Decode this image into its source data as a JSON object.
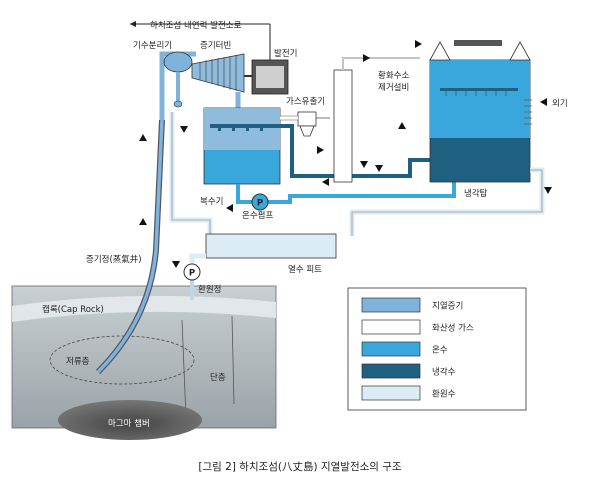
{
  "labels": {
    "transmission": "하치조섬 내연력 발전소로",
    "separator": "기수분리기",
    "turbine": "증기터빈",
    "generator": "발전기",
    "h2s_removal_line1": "황화수소",
    "h2s_removal_line2": "제거설비",
    "gas_extractor": "가스유출기",
    "outside_air": "외기",
    "cooling_tower": "냉각탑",
    "condenser": "복수기",
    "hot_water_pump": "온수펌프",
    "production_well": "증기정(蒸氣井)",
    "hot_water_pit": "열수 피트",
    "reinjection_well": "환원정",
    "cap_rock": "캡록(Cap Rock)",
    "reservoir": "저류층",
    "fault": "단층",
    "magma": "마그마 챔버",
    "pump_symbol": "P"
  },
  "legend": {
    "items": [
      {
        "label": "지열증기",
        "color": "#7fb3d9"
      },
      {
        "label": "화산성 가스",
        "color": "#ffffff"
      },
      {
        "label": "온수",
        "color": "#3aa7dc"
      },
      {
        "label": "냉각수",
        "color": "#1f5f80"
      },
      {
        "label": "환원수",
        "color": "#dcecf4"
      }
    ]
  },
  "caption": "[그림 2] 하치조섬(八丈島) 지열발전소의 구조"
}
